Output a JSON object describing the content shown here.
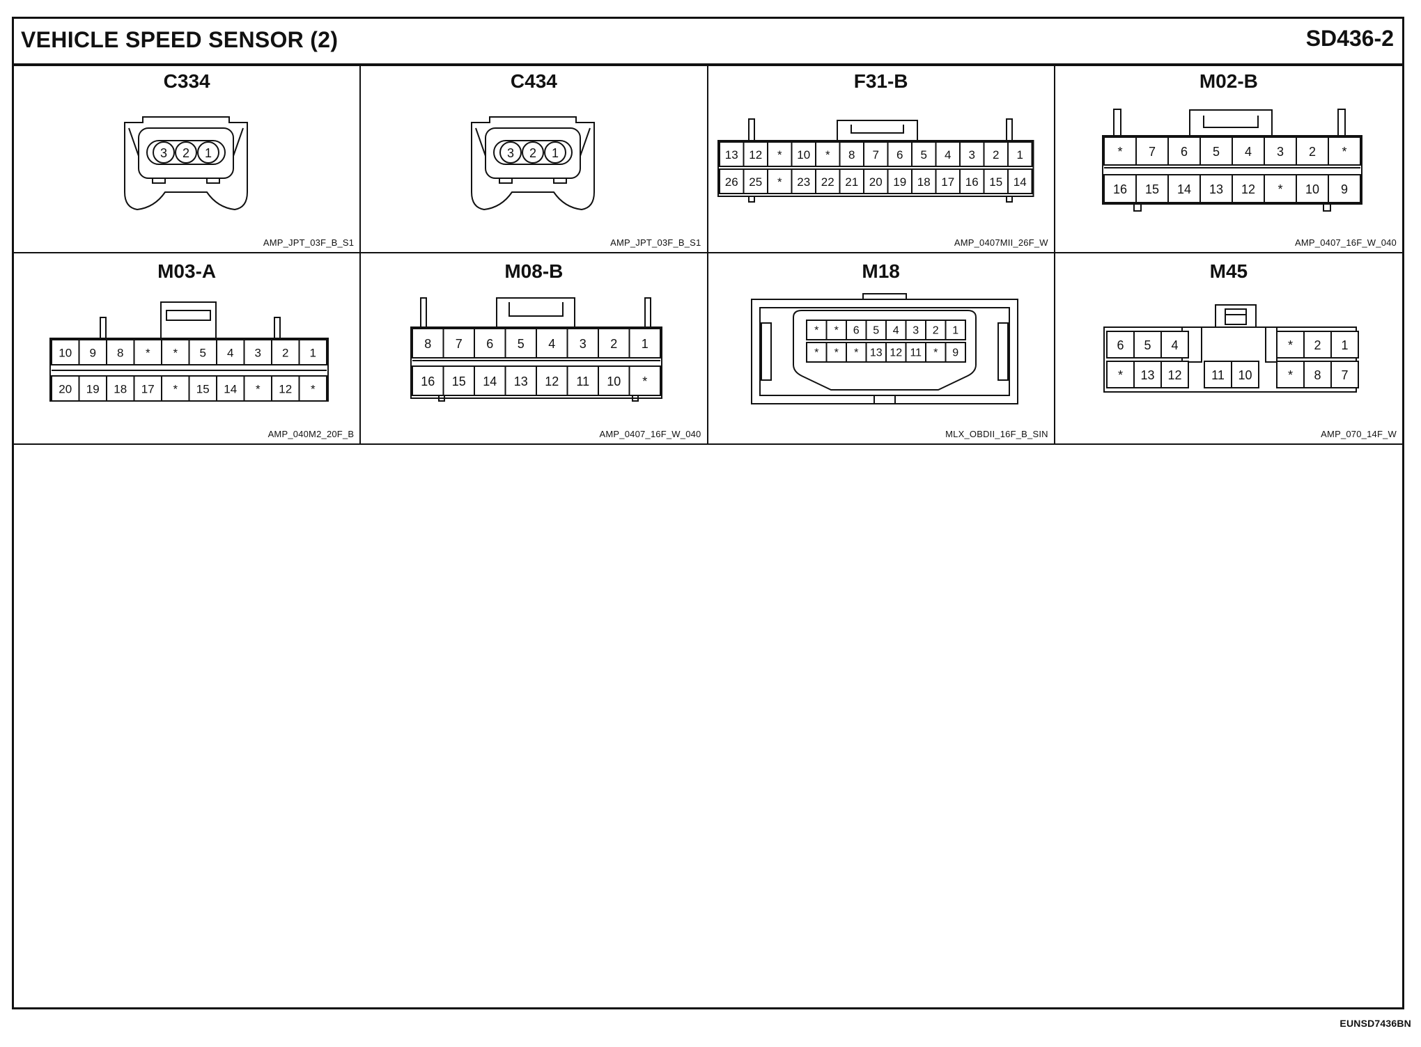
{
  "header": {
    "title": "VEHICLE SPEED SENSOR (2)",
    "code": "SD436-2"
  },
  "connectors": [
    {
      "name": "C334",
      "part": "AMP_JPT_03F_B_S1",
      "pins": [
        "3",
        "2",
        "1"
      ]
    },
    {
      "name": "C434",
      "part": "AMP_JPT_03F_B_S1",
      "pins": [
        "3",
        "2",
        "1"
      ]
    },
    {
      "name": "F31-B",
      "part": "AMP_0407MII_26F_W",
      "rows": [
        [
          "13",
          "12",
          "*",
          "10",
          "*",
          "8",
          "7",
          "6",
          "5",
          "4",
          "3",
          "2",
          "1"
        ],
        [
          "26",
          "25",
          "*",
          "23",
          "22",
          "21",
          "20",
          "19",
          "18",
          "17",
          "16",
          "15",
          "14"
        ]
      ]
    },
    {
      "name": "M02-B",
      "part": "AMP_0407_16F_W_040",
      "rows": [
        [
          "*",
          "7",
          "6",
          "5",
          "4",
          "3",
          "2",
          "*"
        ],
        [
          "16",
          "15",
          "14",
          "13",
          "12",
          "*",
          "10",
          "9"
        ]
      ]
    },
    {
      "name": "M03-A",
      "part": "AMP_040M2_20F_B",
      "rows": [
        [
          "10",
          "9",
          "8",
          "*",
          "*",
          "5",
          "4",
          "3",
          "2",
          "1"
        ],
        [
          "20",
          "19",
          "18",
          "17",
          "*",
          "15",
          "14",
          "*",
          "12",
          "*"
        ]
      ]
    },
    {
      "name": "M08-B",
      "part": "AMP_0407_16F_W_040",
      "rows": [
        [
          "8",
          "7",
          "6",
          "5",
          "4",
          "3",
          "2",
          "1"
        ],
        [
          "16",
          "15",
          "14",
          "13",
          "12",
          "11",
          "10",
          "*"
        ]
      ]
    },
    {
      "name": "M18",
      "part": "MLX_OBDII_16F_B_SIN",
      "rows": [
        [
          "*",
          "*",
          "6",
          "5",
          "4",
          "3",
          "2",
          "1"
        ],
        [
          "*",
          "*",
          "*",
          "13",
          "12",
          "11",
          "*",
          "9"
        ]
      ]
    },
    {
      "name": "M45",
      "part": "AMP_070_14F_W",
      "left": [
        [
          "6",
          "5",
          "4"
        ],
        [
          "*",
          "13",
          "12"
        ]
      ],
      "middle": [
        [
          "11",
          "10"
        ]
      ],
      "right": [
        [
          "*",
          "2",
          "1"
        ],
        [
          "*",
          "8",
          "7"
        ]
      ]
    }
  ],
  "footer": {
    "doc_id": "EUNSD7436BN"
  }
}
